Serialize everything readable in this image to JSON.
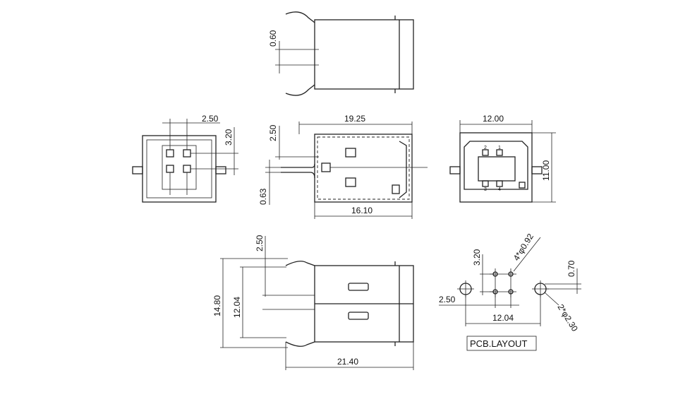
{
  "dimensions": {
    "top_pin_gap": "0.60",
    "front_pin_pitch": "2.50",
    "front_pin_offset": "3.20",
    "side_total_length": "19.25",
    "side_pin_offset": "2.50",
    "side_pin_thickness": "0.63",
    "side_body_length": "16.10",
    "face_width": "12.00",
    "face_height": "11.00",
    "bottom_pin_offset": "2.50",
    "bottom_overall_width": "14.80",
    "bottom_inner_width": "12.04",
    "bottom_total_length": "21.40",
    "pcb_pitch_vertical": "3.20",
    "pcb_pin_holes": "4*φ0.92",
    "pcb_offset_right": "0.70",
    "pcb_pin_pitch": "2.50",
    "pcb_mount_spacing": "12.04",
    "pcb_mount_holes": "2*φ2.30"
  },
  "pin_numbers": [
    "1",
    "2",
    "3",
    "4"
  ],
  "pcb_label": "PCB.LAYOUT"
}
